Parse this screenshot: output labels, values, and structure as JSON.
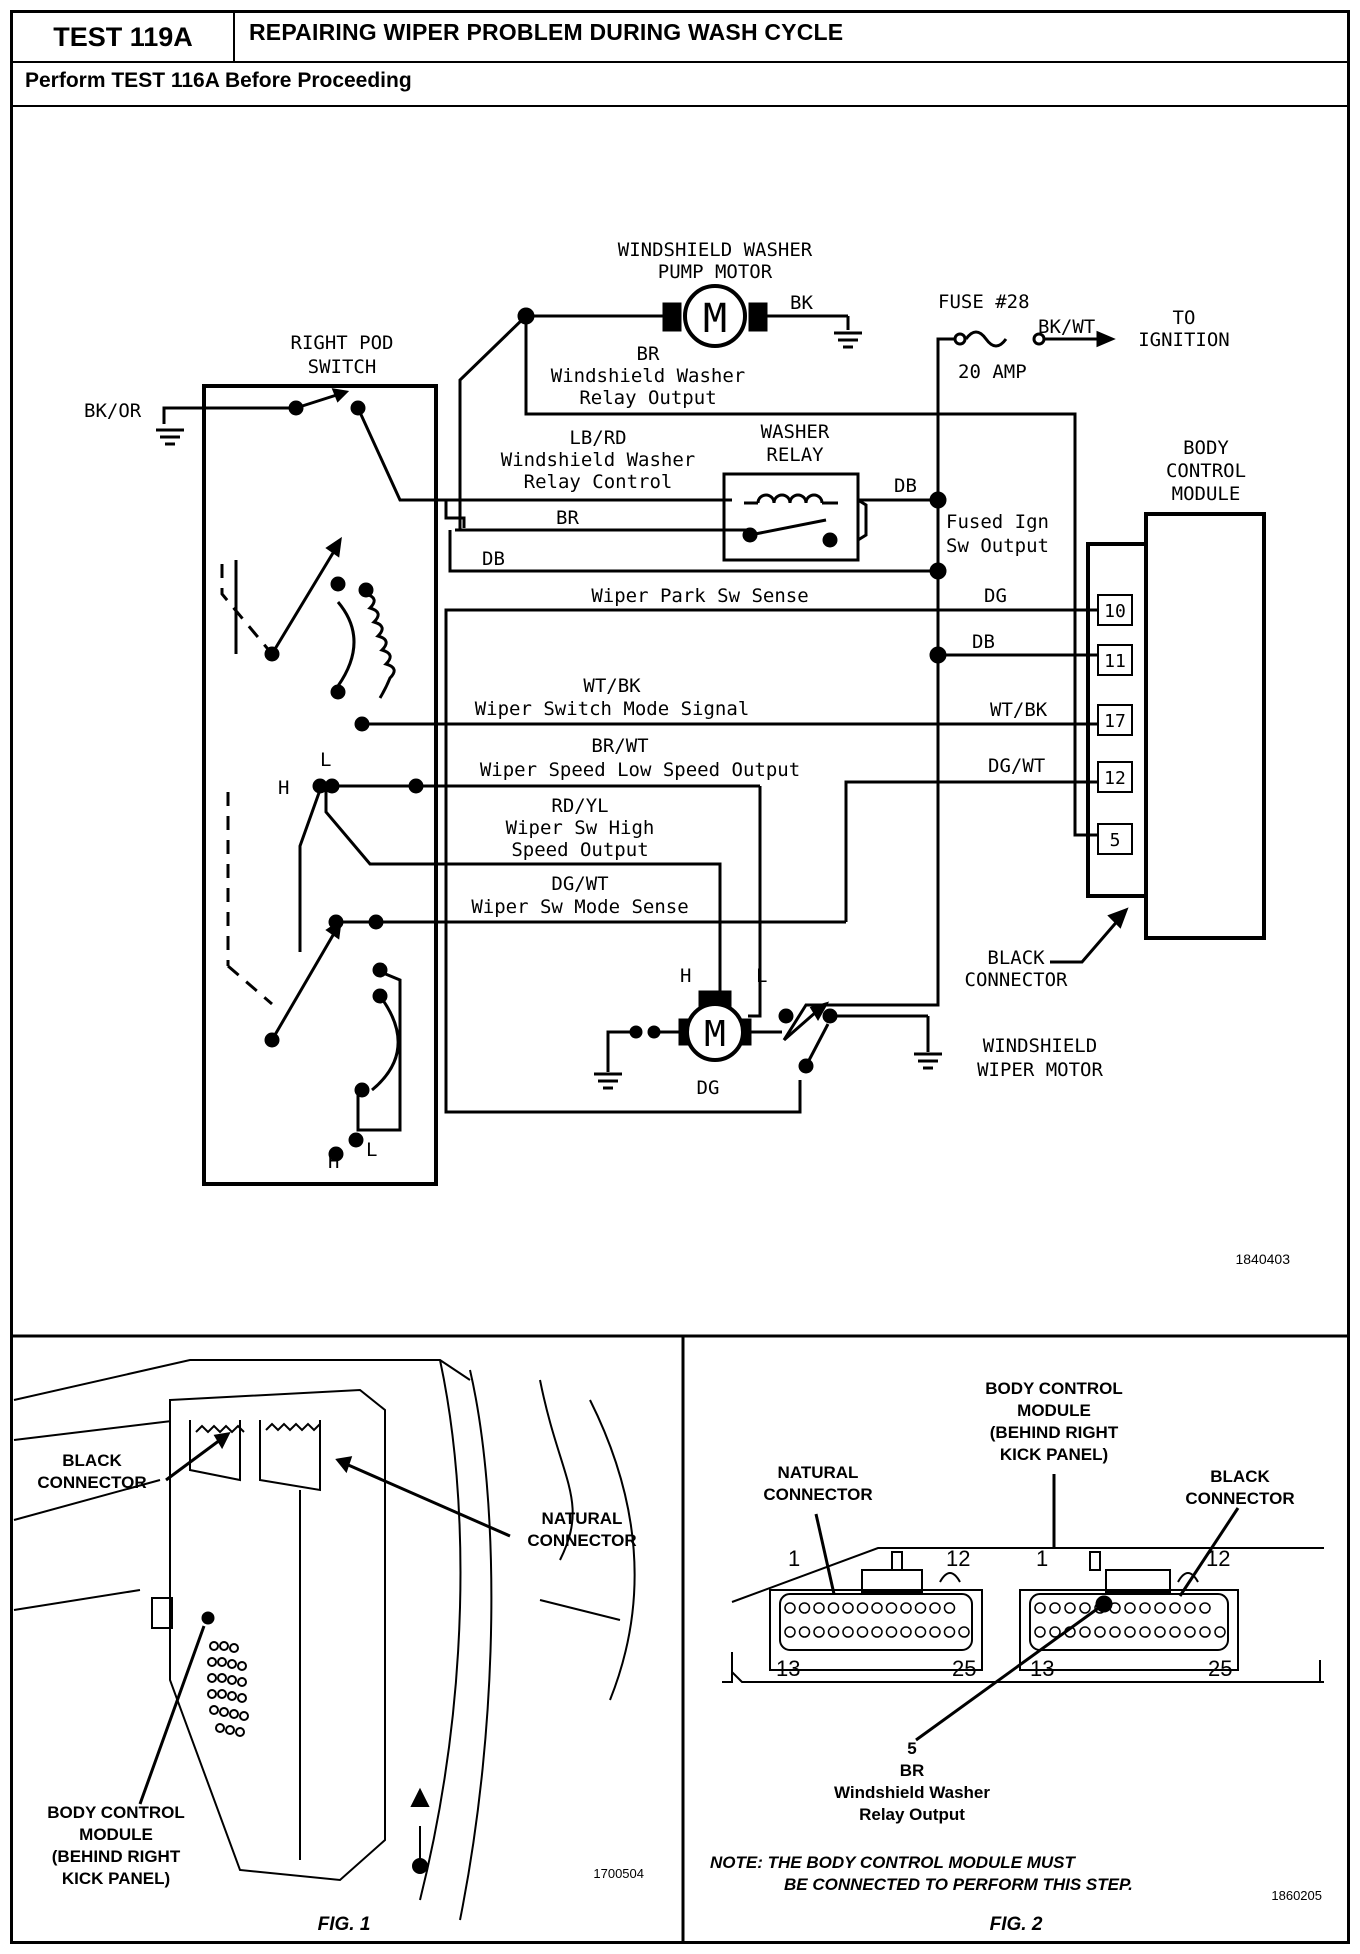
{
  "header": {
    "test_id": "TEST 119A",
    "title": "REPAIRING WIPER PROBLEM DURING WASH CYCLE",
    "subtitle": "Perform TEST 116A Before Proceeding"
  },
  "schematic": {
    "pump_motor_label_1": "WINDSHIELD WASHER",
    "pump_motor_label_2": "PUMP MOTOR",
    "motor_symbol": "M",
    "wire_bk": "BK",
    "fuse_label": "FUSE #28",
    "fuse_rating": "20 AMP",
    "wire_bkwt": "BK/WT",
    "to_ignition_1": "TO",
    "to_ignition_2": "IGNITION",
    "right_pod_1": "RIGHT POD",
    "right_pod_2": "SWITCH",
    "wire_bkor": "BK/OR",
    "br_label": "BR",
    "washer_output_1": "Windshield Washer",
    "washer_output_2": "Relay Output",
    "lbrd_label": "LB/RD",
    "relay_control_1": "Windshield Washer",
    "relay_control_2": "Relay Control",
    "washer_relay_1": "WASHER",
    "washer_relay_2": "RELAY",
    "wire_db_relay": "DB",
    "fused_ign_1": "Fused Ign",
    "fused_ign_2": "Sw Output",
    "bcm_1": "BODY",
    "bcm_2": "CONTROL",
    "bcm_3": "MODULE",
    "wire_br_mid": "BR",
    "wire_db_left": "DB",
    "park_sense": "Wiper Park Sw Sense",
    "wire_dg": "DG",
    "wire_db_11": "DB",
    "wtbk_label": "WT/BK",
    "mode_signal": "Wiper Switch Mode Signal",
    "wtbk_right": "WT/BK",
    "brwt_label": "BR/WT",
    "low_speed": "Wiper Speed Low Speed Output",
    "dgwt_right": "DG/WT",
    "rdyl_label": "RD/YL",
    "high_speed_1": "Wiper Sw High",
    "high_speed_2": "Speed Output",
    "dgwt_label": "DG/WT",
    "mode_sense": "Wiper Sw Mode Sense",
    "pins": [
      "10",
      "11",
      "17",
      "12",
      "5"
    ],
    "black_conn_1": "BLACK",
    "black_conn_2": "CONNECTOR",
    "h_switch": "H",
    "l_switch": "L",
    "h_motor": "H",
    "l_motor": "L",
    "dg_motor": "DG",
    "wiper_motor_1": "WINDSHIELD",
    "wiper_motor_2": "WIPER MOTOR",
    "h_bottom": "H",
    "l_bottom": "L",
    "figure_code": "1840403"
  },
  "fig1": {
    "black_connector_1": "BLACK",
    "black_connector_2": "CONNECTOR",
    "natural_connector_1": "NATURAL",
    "natural_connector_2": "CONNECTOR",
    "bcm_1": "BODY CONTROL",
    "bcm_2": "MODULE",
    "bcm_3": "(BEHIND RIGHT",
    "bcm_4": "KICK PANEL)",
    "code": "1700504",
    "caption": "FIG. 1"
  },
  "fig2": {
    "bcm_1": "BODY CONTROL",
    "bcm_2": "MODULE",
    "bcm_3": "(BEHIND RIGHT",
    "bcm_4": "KICK PANEL)",
    "natural_1": "NATURAL",
    "natural_2": "CONNECTOR",
    "black_1": "BLACK",
    "black_2": "CONNECTOR",
    "pin1a": "1",
    "pin12a": "12",
    "pin13a": "13",
    "pin25a": "25",
    "pin1b": "1",
    "pin12b": "12",
    "pin13b": "13",
    "pin25b": "25",
    "callout_pin": "5",
    "callout_wire": "BR",
    "callout_1": "Windshield Washer",
    "callout_2": "Relay Output",
    "note_1": "NOTE:  THE BODY CONTROL MODULE MUST",
    "note_2": "BE CONNECTED TO PERFORM THIS STEP.",
    "code": "1860205",
    "caption": "FIG. 2"
  }
}
